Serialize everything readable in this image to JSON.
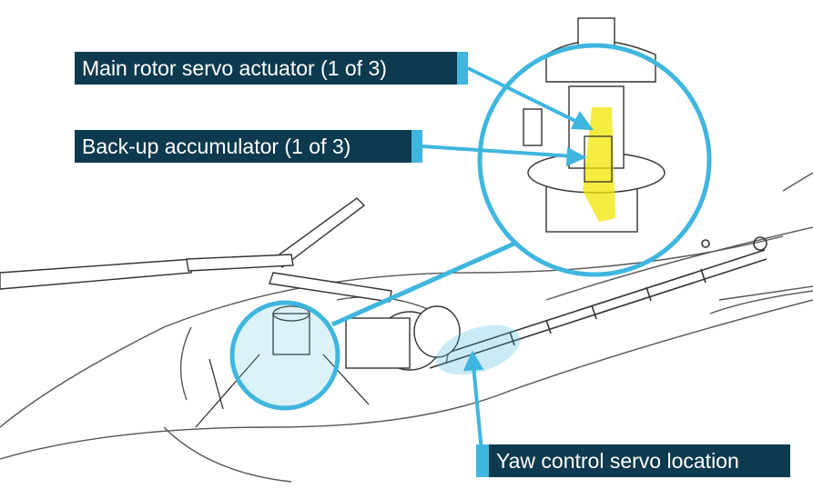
{
  "labels": {
    "main_rotor_servo": "Main rotor servo actuator (1 of 3)",
    "backup_accumulator": "Back-up accumulator (1 of 3)",
    "yaw_servo": "Yaw control servo location"
  },
  "colors": {
    "callout_bg": "#0e3a4f",
    "accent": "#3fb6df",
    "highlight": "#f2e600",
    "line_art": "#333333"
  }
}
